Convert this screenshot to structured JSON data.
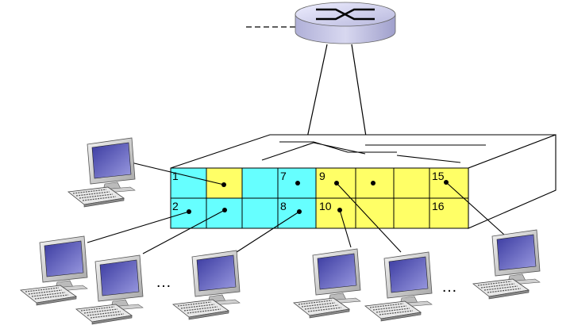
{
  "colors": {
    "vlan_a": "#66ffff",
    "vlan_b": "#ffff66",
    "router_body": "#ccccee",
    "monitor_screen": "#2a2a8a",
    "line": "#000000"
  },
  "icons": {
    "router": "router-icon",
    "computer": "desktop-computer-icon"
  },
  "switch": {
    "port_labels": {
      "p1": "1",
      "p2": "2",
      "p7": "7",
      "p8": "8",
      "p9": "9",
      "p10": "10",
      "p15": "15",
      "p16": "16"
    }
  },
  "ellipses": {
    "left": "…",
    "right": "…"
  }
}
